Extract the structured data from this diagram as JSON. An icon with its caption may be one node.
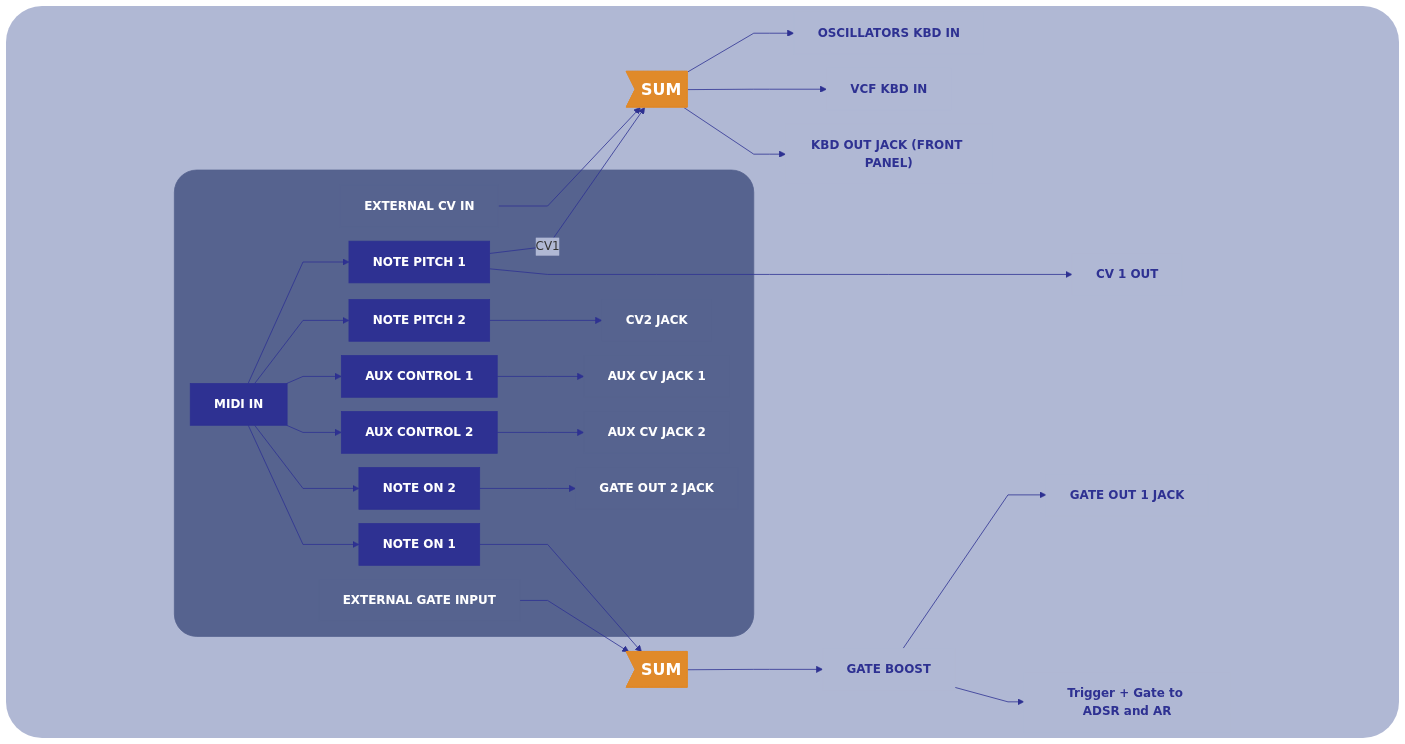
{
  "diagram": {
    "nodes": [
      {
        "text": [],
        "shape": "box"
      },
      {
        "text": [
          "EXTERNAL CV IN"
        ],
        "in": 0
      },
      {
        "text": [
          "MIDI IN"
        ],
        "in": 0
      },
      {
        "text": [
          "NOTE PITCH 1"
        ],
        "in": 0
      },
      {
        "text": [
          "NOTE PITCH 2"
        ],
        "in": 0
      },
      {
        "text": [
          "AUX CONTROL 1"
        ],
        "in": 0
      },
      {
        "text": [
          "AUX CONTROL 2"
        ],
        "in": 0
      },
      {
        "text": [
          "NOTE ON 2"
        ],
        "in": 0
      },
      {
        "text": [
          "NOTE ON 1"
        ],
        "in": 0
      },
      {
        "text": [
          "EXTERNAL GATE INPUT"
        ],
        "in": 0
      },
      {
        "text": [
          "CV2 JACK"
        ],
        "in": 0
      },
      {
        "text": [
          "AUX CV JACK 1"
        ],
        "in": 0
      },
      {
        "text": [
          "AUX CV JACK 2"
        ],
        "in": 0
      },
      {
        "text": [
          "GATE OUT 2 JACK"
        ],
        "in": 0
      },
      {
        "text": [
          "SUM"
        ]
      },
      {
        "text": [
          "OSCILLATORS KBD IN"
        ]
      },
      {
        "text": [
          "VCF KBD IN"
        ]
      },
      {
        "text": [
          "KBD OUT JACK (FRONT PANEL)"
        ]
      },
      {
        "text": [
          "CV 1 OUT"
        ]
      },
      {
        "text": [
          "SUM"
        ]
      },
      {
        "text": [
          "GATE BOOST"
        ]
      },
      {
        "text": [
          "GATE OUT 1 JACK"
        ]
      },
      {
        "text": [
          "Trigger + Gate to ADSR and AR"
        ]
      }
    ],
    "edges": [
      {
        "from": 1,
        "to": 14,
        "arrow": "to"
      },
      {
        "from": 2,
        "to": 3,
        "arrow": "to"
      },
      {
        "from": 2,
        "to": 4,
        "arrow": "to"
      },
      {
        "from": 2,
        "to": 5,
        "arrow": "to"
      },
      {
        "from": 2,
        "to": 6,
        "arrow": "to"
      },
      {
        "from": 2,
        "to": 7,
        "arrow": "to"
      },
      {
        "from": 2,
        "to": 8,
        "arrow": "to"
      },
      {
        "from": 3,
        "to": 14,
        "arrow": "to",
        "label": "CV1"
      },
      {
        "from": 3,
        "to": 18,
        "arrow": "to"
      },
      {
        "from": 4,
        "to": 10,
        "arrow": "to"
      },
      {
        "from": 5,
        "to": 11,
        "arrow": "to"
      },
      {
        "from": 6,
        "to": 12,
        "arrow": "to"
      },
      {
        "from": 7,
        "to": 13,
        "arrow": "to"
      },
      {
        "from": 8,
        "to": 19,
        "arrow": "to"
      },
      {
        "from": 9,
        "to": 19,
        "arrow": "to"
      },
      {
        "from": 14,
        "to": 15,
        "arrow": "to"
      },
      {
        "from": 14,
        "to": 16,
        "arrow": "to"
      },
      {
        "from": 14,
        "to": 17,
        "arrow": "to"
      },
      {
        "from": 19,
        "to": 20,
        "arrow": "to"
      },
      {
        "from": 20,
        "to": 21,
        "arrow": "to"
      },
      {
        "from": 20,
        "to": 22,
        "arrow": "to"
      }
    ]
  }
}
